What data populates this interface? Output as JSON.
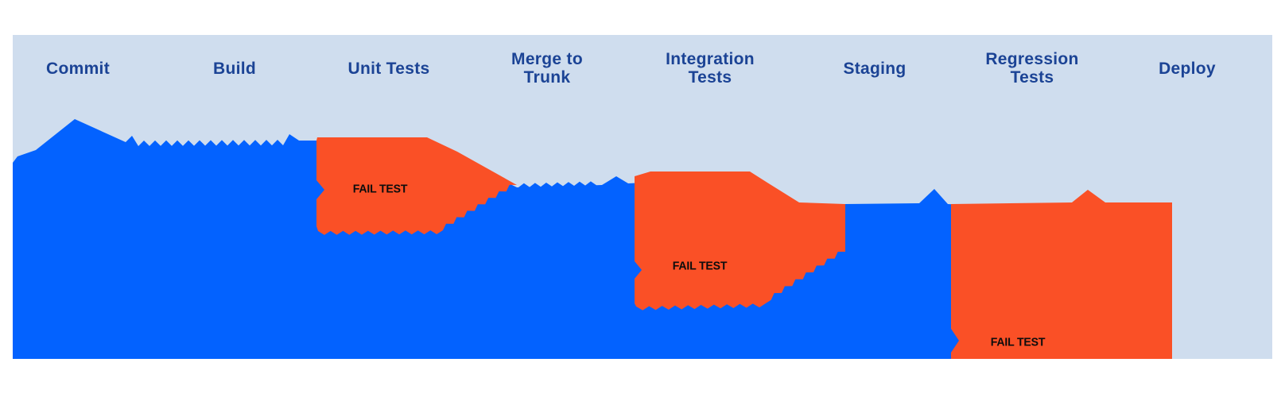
{
  "diagram": {
    "type": "pipeline-flow",
    "stages": [
      {
        "lines": [
          "Commit"
        ]
      },
      {
        "lines": [
          "Build"
        ]
      },
      {
        "lines": [
          "Unit Tests"
        ]
      },
      {
        "lines": [
          "Merge to",
          "Trunk"
        ]
      },
      {
        "lines": [
          "Integration",
          "Tests"
        ]
      },
      {
        "lines": [
          "Staging"
        ]
      },
      {
        "lines": [
          "Regression",
          "Tests"
        ]
      },
      {
        "lines": [
          "Deploy"
        ]
      }
    ],
    "fail_labels": [
      {
        "stage": "Unit Tests",
        "label": "FAIL TEST"
      },
      {
        "stage": "Integration Tests",
        "label": "FAIL TEST"
      },
      {
        "stage": "Regression Tests",
        "label": "FAIL TEST"
      }
    ]
  },
  "colors": {
    "page_background": "#ffffff",
    "panel_background": "#cfddee",
    "flow_blue": "#0362ff",
    "fail_orange": "#fa5026",
    "stage_label_text": "#1b4395",
    "fail_label_text": "#0d0d0d"
  }
}
